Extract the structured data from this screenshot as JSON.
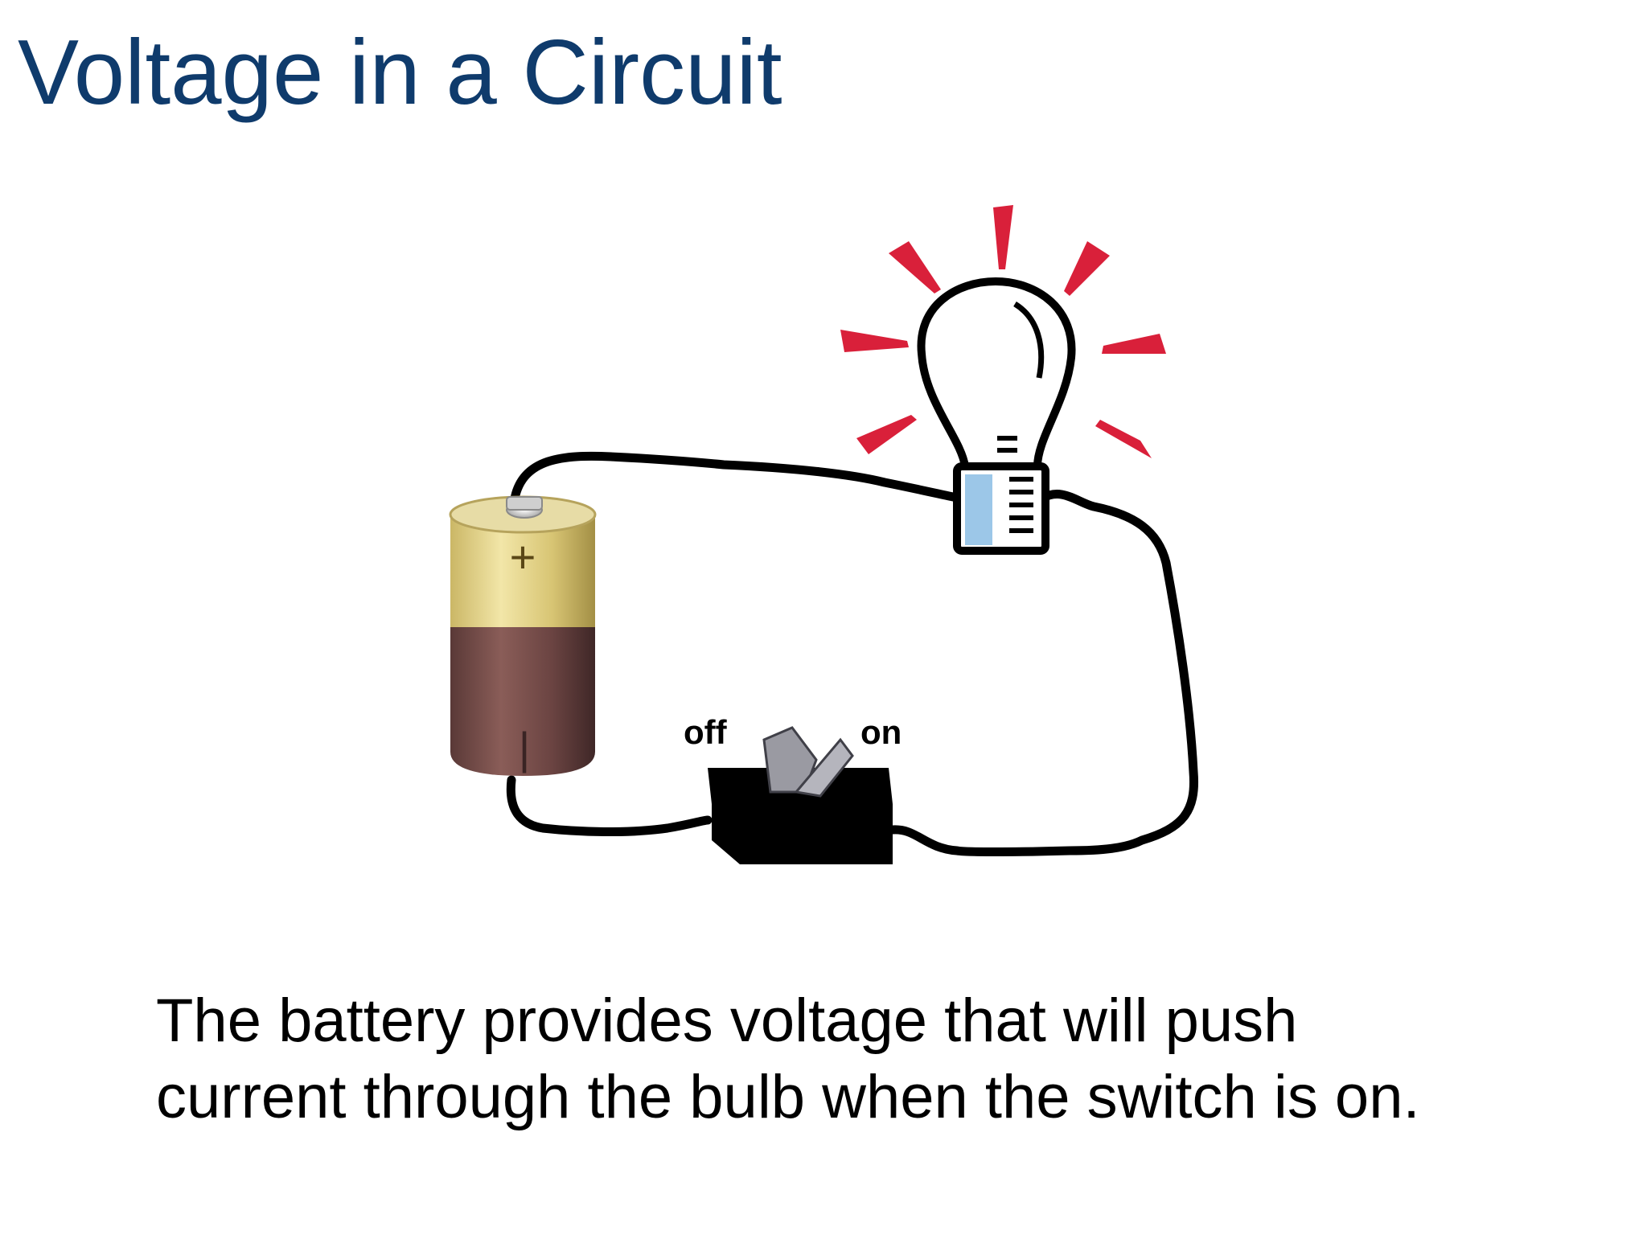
{
  "slide": {
    "title": "Voltage in a Circuit",
    "caption_lines": [
      "The battery provides voltage that will push",
      "current through the bulb when the switch is on."
    ]
  },
  "diagram": {
    "battery": {
      "positive_sign": "+",
      "negative_sign": "|",
      "top_color": "#d9c77a",
      "bottom_color": "#6b4442"
    },
    "switch": {
      "off_label": "off",
      "on_label": "on",
      "state": "on"
    },
    "bulb": {
      "state": "lit",
      "glow_color": "#d9203a",
      "base_color": "#9cc7e8"
    },
    "wire_color": "#000000"
  },
  "theme": {
    "title_color": "#0f3b6c",
    "text_color": "#000000",
    "background": "#ffffff"
  }
}
